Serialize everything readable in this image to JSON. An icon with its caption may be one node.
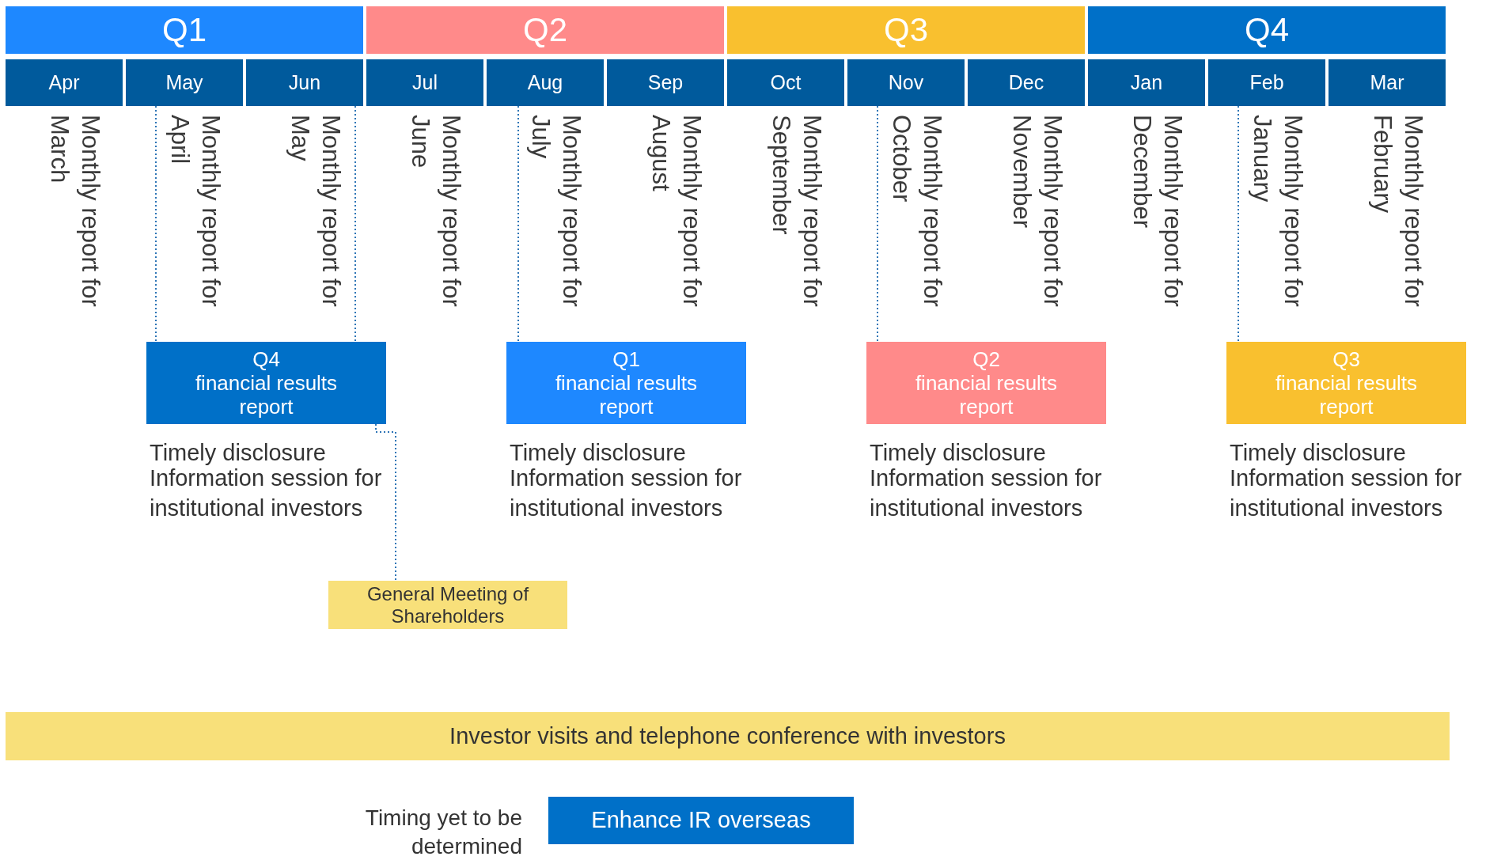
{
  "diagram": {
    "nodes": [
      {
        "text": [
          "Q1"
        ]
      },
      {
        "text": [
          "Q2"
        ]
      },
      {
        "text": [
          "Q3"
        ]
      },
      {
        "text": [
          "Q4"
        ]
      },
      {
        "text": [
          "Apr"
        ]
      },
      {
        "text": [
          "May"
        ]
      },
      {
        "text": [
          "Jun"
        ]
      },
      {
        "text": [
          "Jul"
        ]
      },
      {
        "text": [
          "Aug"
        ]
      },
      {
        "text": [
          "Sep"
        ]
      },
      {
        "text": [
          "Oct"
        ]
      },
      {
        "text": [
          "Nov"
        ]
      },
      {
        "text": [
          "Dec"
        ]
      },
      {
        "text": [
          "Jan"
        ]
      },
      {
        "text": [
          "Feb"
        ]
      },
      {
        "text": [
          "Mar"
        ]
      },
      {
        "text": [
          "Q4",
          "financial results report"
        ],
        "beside": [
          "Timely disclosure",
          "Information session for institutional investors"
        ]
      },
      {
        "text": [
          "Q1",
          "financial results report"
        ],
        "beside": [
          "Timely disclosure",
          "Information session for institutional investors"
        ]
      },
      {
        "text": [
          "Q2",
          "financial results report"
        ],
        "beside": [
          "Timely disclosure",
          "Information session for institutional investors"
        ]
      },
      {
        "text": [
          "Q3",
          "financial results report"
        ],
        "beside": [
          "Timely disclosure",
          "Information session for institutional investors"
        ]
      },
      {
        "text": [
          "General Meeting of Shareholders"
        ]
      },
      {
        "text": [
          "Investor visits and telephone conference with investors"
        ]
      },
      {
        "text": [
          "Enhance IR overseas"
        ],
        "beside": [
          "Timing yet to be determined"
        ]
      }
    ],
    "edges": [
      {
        "from": 5,
        "to": 16,
        "arrow": "none",
        "style": "dashed"
      },
      {
        "from": 6,
        "to": 16,
        "arrow": "none",
        "style": "dashed"
      },
      {
        "from": 16,
        "to": 20,
        "arrow": "none",
        "style": "dashed"
      },
      {
        "from": 8,
        "to": 17,
        "arrow": "none",
        "style": "dashed"
      },
      {
        "from": 11,
        "to": 18,
        "arrow": "none",
        "style": "dashed"
      },
      {
        "from": 14,
        "to": 19,
        "arrow": "none",
        "style": "dashed"
      }
    ],
    "labels": [
      "Monthly report for March",
      "Monthly report for April",
      "Monthly report for May",
      "Monthly report for June",
      "Monthly report for July",
      "Monthly report for August",
      "Monthly report for September",
      "Monthly report for October",
      "Monthly report for November",
      "Monthly report for December",
      "Monthly report for January",
      "Monthly report for February"
    ]
  }
}
